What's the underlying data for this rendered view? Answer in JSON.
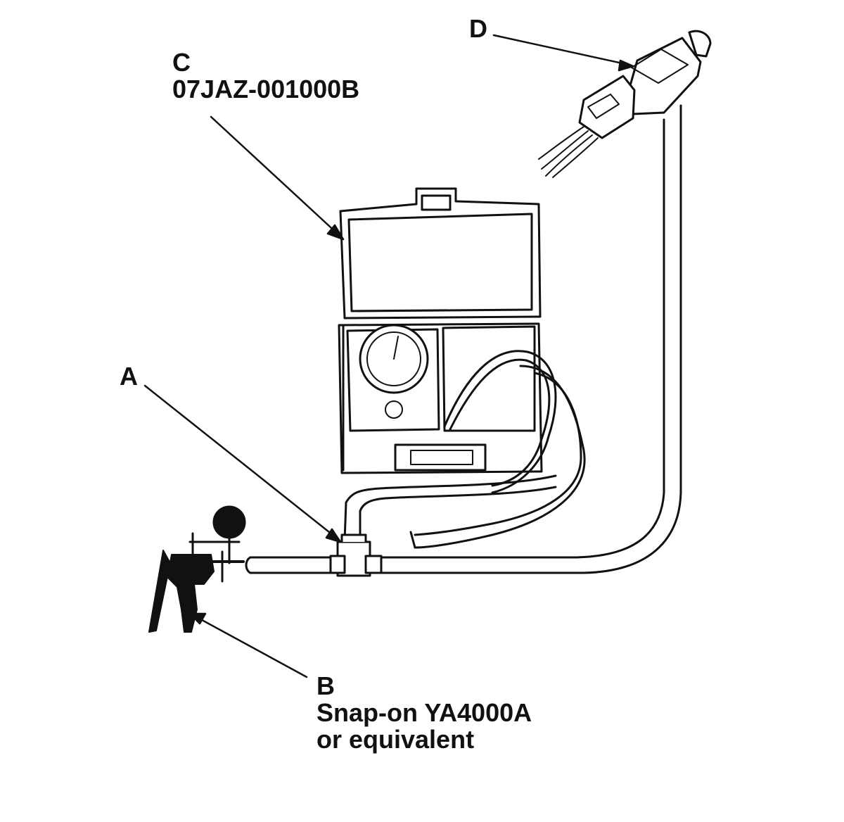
{
  "callouts": {
    "a": {
      "letter": "A"
    },
    "b": {
      "letter": "B",
      "lines": [
        "Snap-on YA4000A",
        "or equivalent"
      ]
    },
    "c": {
      "letter": "C",
      "lines": [
        "07JAZ-001000B"
      ]
    },
    "d": {
      "letter": "D"
    }
  },
  "colors": {
    "ink": "#111111",
    "paper": "#ffffff"
  }
}
